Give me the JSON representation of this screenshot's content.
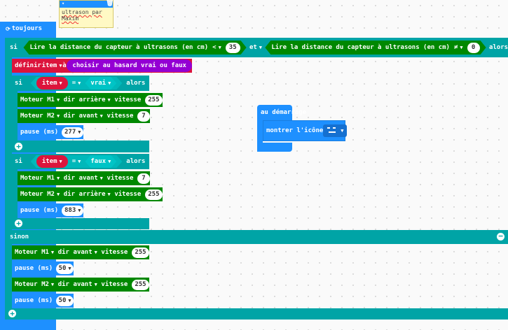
{
  "comment": {
    "text": "ultrason par Maxim",
    "trash_icon": "trash-icon",
    "toggle_icon": "caret-down-icon"
  },
  "forever": {
    "label": "toujours"
  },
  "if_outer": {
    "si": "si",
    "cond1": "Lire la distance du capteur à ultrasons (en cm)",
    "op1": "<",
    "val1": "35",
    "and": "et",
    "cond2": "Lire la distance du capteur à ultrasons (en cm)",
    "op2": "≠",
    "val2": "0",
    "alors": "alors",
    "sinon": "sinon"
  },
  "define": {
    "label": "définir",
    "var": "item",
    "a": "à",
    "value": "choisir au hasard vrai ou faux"
  },
  "if_true": {
    "si": "si",
    "var": "item",
    "op": "=",
    "value": "vrai",
    "alors": "alors"
  },
  "if_false": {
    "si": "si",
    "var": "item",
    "op": "=",
    "value": "faux",
    "alors": "alors"
  },
  "block_motor": {
    "prefix": "Moteur",
    "dir": "dir",
    "speed": "vitesse"
  },
  "block_pause": {
    "label": "pause (ms)"
  },
  "b1": {
    "motor": "M1",
    "dir": "arrière",
    "speed": "255"
  },
  "b2": {
    "motor": "M2",
    "dir": "avant",
    "speed": "7"
  },
  "p1": {
    "value": "277"
  },
  "b3": {
    "motor": "M1",
    "dir": "avant",
    "speed": "7"
  },
  "b4": {
    "motor": "M2",
    "dir": "arrière",
    "speed": "255"
  },
  "p2": {
    "value": "883"
  },
  "b5": {
    "motor": "M1",
    "dir": "avant",
    "speed": "255"
  },
  "p3": {
    "value": "50"
  },
  "b6": {
    "motor": "M2",
    "dir": "avant",
    "speed": "255"
  },
  "p4": {
    "value": "50"
  },
  "on_start": {
    "label": "au démarrage",
    "show_icon": "montrer l'icône",
    "icon": "smiley-icon"
  },
  "colors": {
    "loops": "#1e90ff",
    "logic": "#00a4a6",
    "motor": "#008800",
    "variable": "#dc143c",
    "random": "#9400d3"
  }
}
